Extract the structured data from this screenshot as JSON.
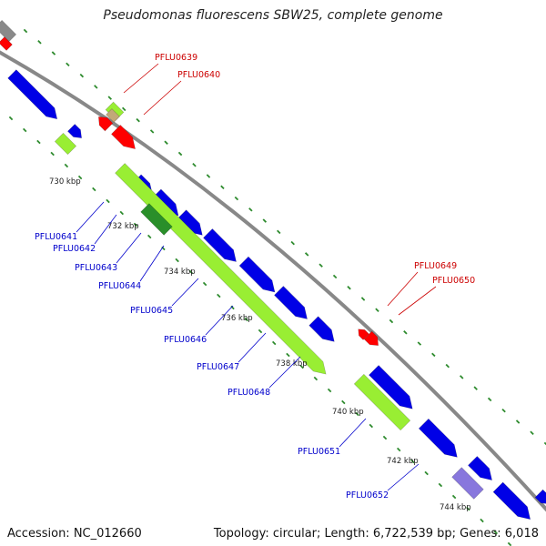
{
  "title": "Pseudomonas fluorescens SBW25, complete genome",
  "footer": {
    "accession": "Accession: NC_012660",
    "topology": "Topology: circular; Length: 6,722,539 bp; Genes: 6,018"
  },
  "colors": {
    "backbone": "#888888",
    "tick": "#2e8b2e",
    "gene_blue": "#0000e6",
    "gene_red": "#ff0000",
    "gene_lightgreen": "#99ee33",
    "gene_darkgreen": "#2a8f2a",
    "gene_tan": "#c2a878",
    "gene_purple": "#8877dd",
    "label_blue": "#0000cc",
    "label_red": "#cc0000"
  },
  "kbp_labels": [
    "730 kbp",
    "732 kbp",
    "734 kbp",
    "736 kbp",
    "738 kbp",
    "740 kbp",
    "742 kbp",
    "744 kbp"
  ],
  "gene_labels": {
    "blue": [
      "PFLU0641",
      "PFLU0642",
      "PFLU0643",
      "PFLU0644",
      "PFLU0645",
      "PFLU0646",
      "PFLU0647",
      "PFLU0648",
      "PFLU0651",
      "PFLU0652"
    ],
    "red": [
      "PFLU0639",
      "PFLU0640",
      "PFLU0649",
      "PFLU0650"
    ]
  }
}
